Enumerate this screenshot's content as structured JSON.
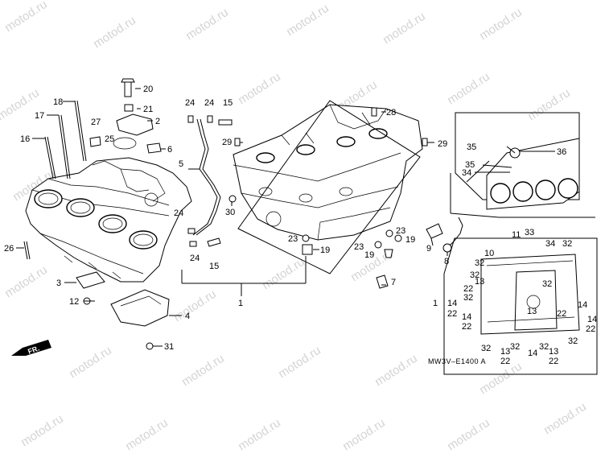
{
  "watermark": "motod.ru",
  "diagram_code": "MW3V–E1400 A",
  "direction_label": "FR.",
  "callouts": [
    {
      "id": "c20",
      "text": "20"
    },
    {
      "id": "c21",
      "text": "21"
    },
    {
      "id": "c2",
      "text": "2"
    },
    {
      "id": "c25",
      "text": "25"
    },
    {
      "id": "c6",
      "text": "6"
    },
    {
      "id": "c18",
      "text": "18"
    },
    {
      "id": "c17",
      "text": "17"
    },
    {
      "id": "c27",
      "text": "27"
    },
    {
      "id": "c16",
      "text": "16"
    },
    {
      "id": "c26",
      "text": "26"
    },
    {
      "id": "c3",
      "text": "3"
    },
    {
      "id": "c12",
      "text": "12"
    },
    {
      "id": "c4",
      "text": "4"
    },
    {
      "id": "c31",
      "text": "31"
    },
    {
      "id": "c24a",
      "text": "24"
    },
    {
      "id": "c24b",
      "text": "24"
    },
    {
      "id": "c15a",
      "text": "15"
    },
    {
      "id": "c29a",
      "text": "29"
    },
    {
      "id": "c5",
      "text": "5"
    },
    {
      "id": "c30",
      "text": "30"
    },
    {
      "id": "c24c",
      "text": "24"
    },
    {
      "id": "c24d",
      "text": "24"
    },
    {
      "id": "c15b",
      "text": "15"
    },
    {
      "id": "c28",
      "text": "28"
    },
    {
      "id": "c29b",
      "text": "29"
    },
    {
      "id": "c23a",
      "text": "23"
    },
    {
      "id": "c19a",
      "text": "19"
    },
    {
      "id": "c23b",
      "text": "23"
    },
    {
      "id": "c19b",
      "text": "19"
    },
    {
      "id": "c23c",
      "text": "23"
    },
    {
      "id": "c19c",
      "text": "19"
    },
    {
      "id": "c7",
      "text": "7"
    },
    {
      "id": "c9",
      "text": "9"
    },
    {
      "id": "c8",
      "text": "8"
    },
    {
      "id": "c1a",
      "text": "1"
    },
    {
      "id": "c35a",
      "text": "35"
    },
    {
      "id": "c36",
      "text": "36"
    },
    {
      "id": "c35b",
      "text": "35"
    },
    {
      "id": "c34a",
      "text": "34"
    },
    {
      "id": "c11",
      "text": "11"
    },
    {
      "id": "c33",
      "text": "33"
    },
    {
      "id": "c34b",
      "text": "34"
    },
    {
      "id": "c32a",
      "text": "32"
    },
    {
      "id": "c10",
      "text": "10"
    },
    {
      "id": "c32b",
      "text": "32"
    },
    {
      "id": "c32c",
      "text": "32"
    },
    {
      "id": "c13a",
      "text": "13"
    },
    {
      "id": "c22a",
      "text": "22"
    },
    {
      "id": "c32d",
      "text": "32"
    },
    {
      "id": "c1b",
      "text": "1"
    },
    {
      "id": "c14a",
      "text": "14"
    },
    {
      "id": "c22b",
      "text": "22"
    },
    {
      "id": "c14b",
      "text": "14"
    },
    {
      "id": "c22c",
      "text": "22"
    },
    {
      "id": "c13b",
      "text": "13"
    },
    {
      "id": "c32e",
      "text": "32"
    },
    {
      "id": "c14c",
      "text": "14"
    },
    {
      "id": "c22d",
      "text": "22"
    },
    {
      "id": "c14d",
      "text": "14"
    },
    {
      "id": "c22e",
      "text": "22"
    },
    {
      "id": "c32f",
      "text": "32"
    },
    {
      "id": "c13c",
      "text": "13"
    },
    {
      "id": "c22f",
      "text": "22"
    },
    {
      "id": "c32g",
      "text": "32"
    },
    {
      "id": "c14e",
      "text": "14"
    },
    {
      "id": "c32h",
      "text": "32"
    },
    {
      "id": "c13d",
      "text": "13"
    },
    {
      "id": "c22g",
      "text": "22"
    },
    {
      "id": "c32i",
      "text": "32"
    }
  ]
}
